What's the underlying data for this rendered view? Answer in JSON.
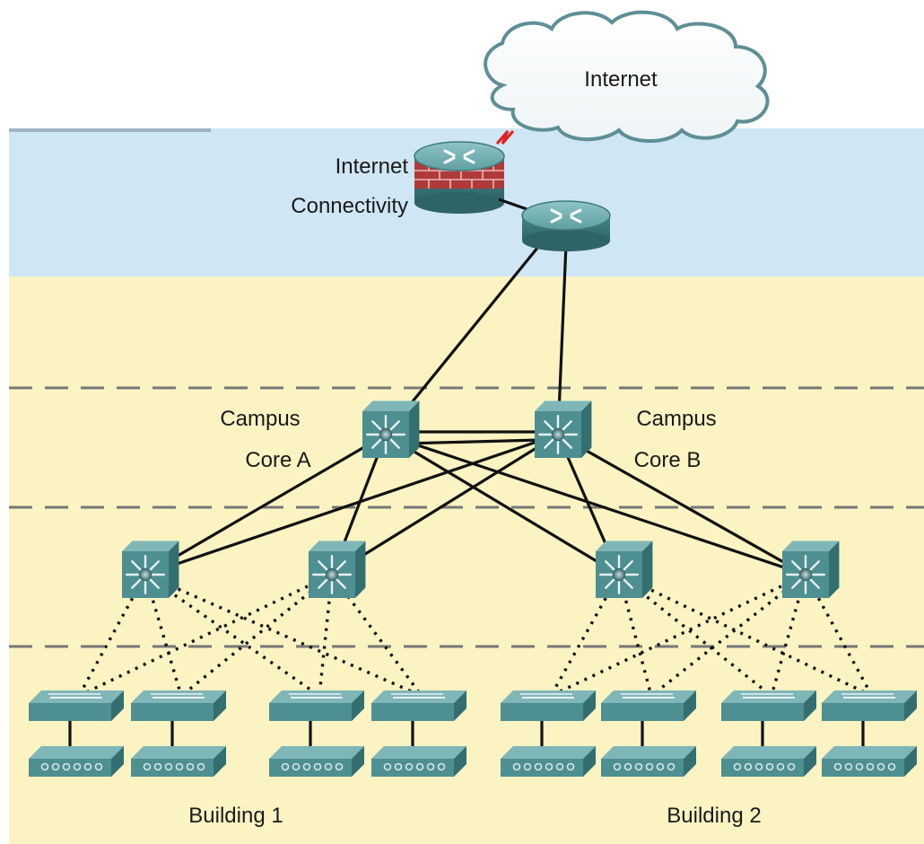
{
  "labels": {
    "internet": "Internet",
    "internet_connectivity_line1": "Internet",
    "internet_connectivity_line2": "Connectivity",
    "core_a_line1": "Campus",
    "core_a_line2": "Core A",
    "core_b_line1": "Campus",
    "core_b_line2": "Core B",
    "building_1": "Building 1",
    "building_2": "Building 2"
  },
  "colors": {
    "edge_band": "#cfe6f4",
    "campus_band": "#fbf3c2",
    "device_teal": "#4e8f91",
    "link": "#111111",
    "firewall_brick": "#b03a3a",
    "serial_link": "#e02020"
  },
  "icons": {
    "cloud": "internet-cloud-icon",
    "firewall_router": "firewall-router-icon",
    "router": "router-icon",
    "multilayer_switch": "multilayer-switch-icon",
    "workgroup_switch": "workgroup-switch-icon",
    "hub": "hub-icon"
  }
}
